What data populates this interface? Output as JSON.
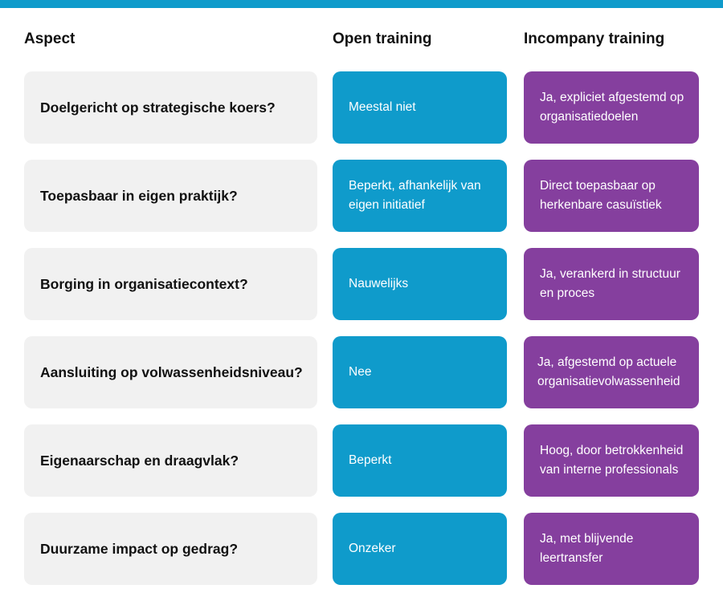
{
  "headers": {
    "aspect": "Aspect",
    "open": "Open training",
    "incompany": "Incompany training"
  },
  "colors": {
    "top_bar": "#0f9bcb",
    "aspect_bg": "#f1f1f1",
    "open_bg": "#0f9bcb",
    "incompany_bg": "#853f9e"
  },
  "rows": [
    {
      "aspect": "Doelgericht op strategische koers?",
      "open": "Meestal niet",
      "incompany": "Ja, expliciet afgestemd op organisatiedoelen"
    },
    {
      "aspect": "Toepasbaar in eigen praktijk?",
      "open": "Beperkt, afhankelijk van eigen initiatief",
      "incompany": "Direct toepasbaar op herkenbare casuïstiek"
    },
    {
      "aspect": "Borging in organisatiecontext?",
      "open": "Nauwelijks",
      "incompany": "Ja, verankerd in structuur en proces"
    },
    {
      "aspect": "Aansluiting op volwassenheidsniveau?",
      "open": "Nee",
      "incompany": "Ja, afgestemd op actuele organisatievolwassenheid"
    },
    {
      "aspect": "Eigenaarschap en draagvlak?",
      "open": "Beperkt",
      "incompany": "Hoog, door betrokkenheid van interne professionals"
    },
    {
      "aspect": "Duurzame impact op gedrag?",
      "open": "Onzeker",
      "incompany": "Ja, met blijvende leertransfer"
    }
  ]
}
